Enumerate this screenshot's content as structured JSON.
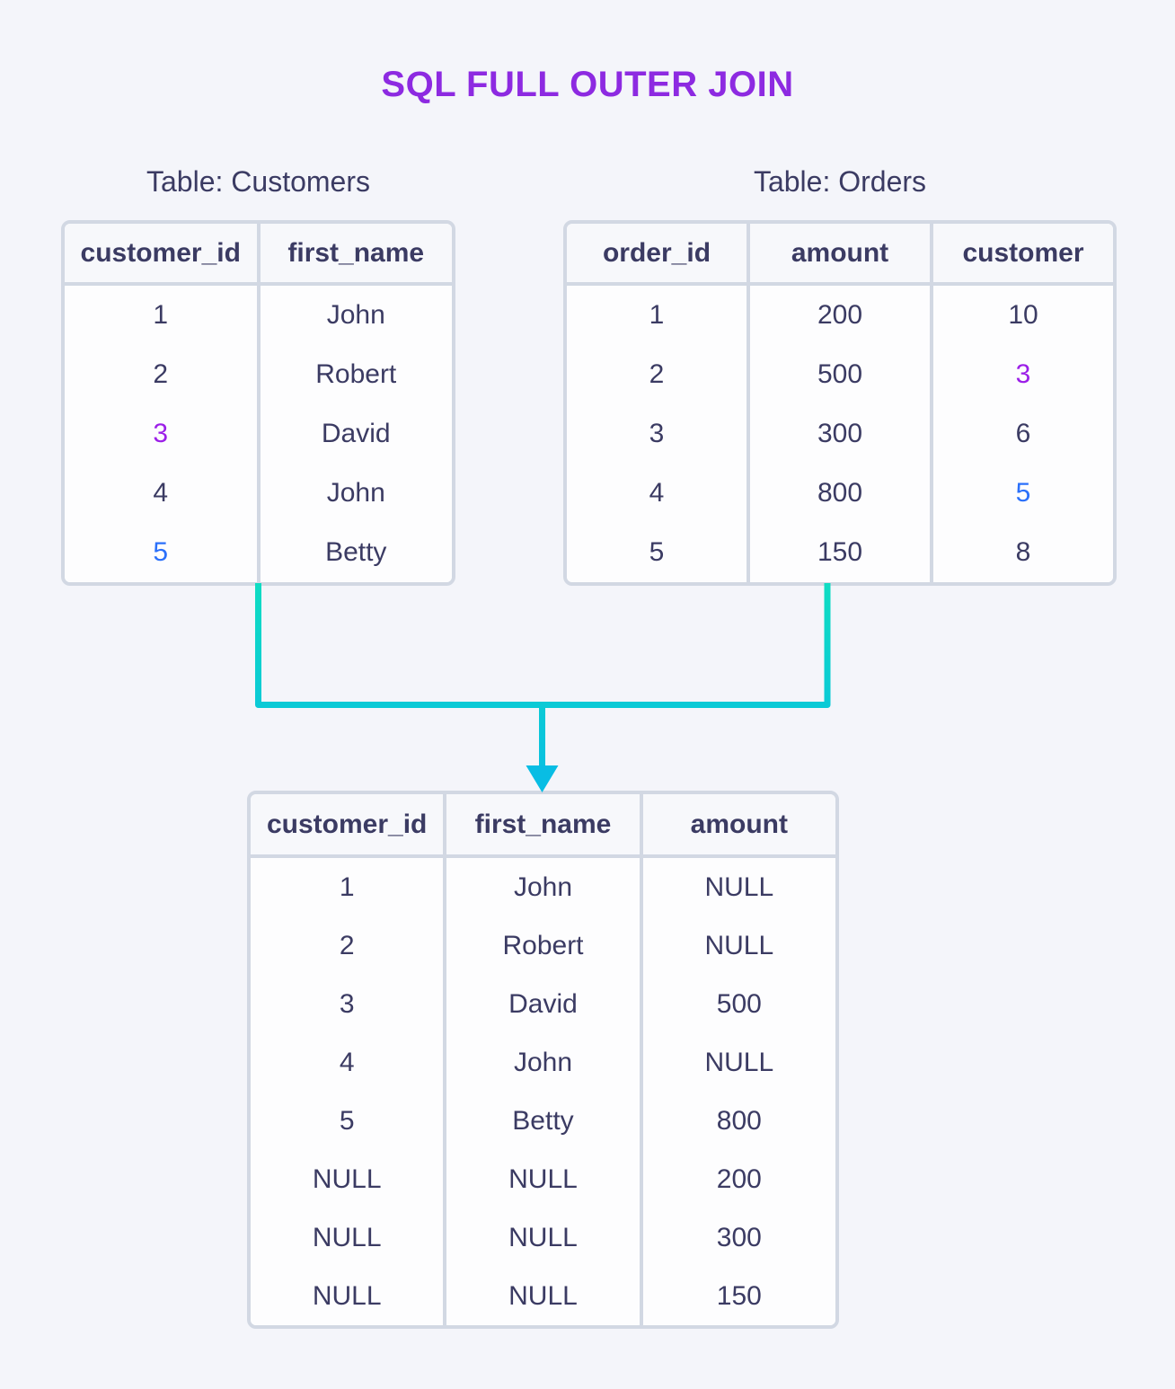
{
  "title": "SQL FULL OUTER JOIN",
  "colors": {
    "background": "#f4f5fa",
    "title_purple": "#8d2ae1",
    "text_navy": "#3b3b63",
    "highlight_purple": "#9c1fe8",
    "highlight_blue": "#2b70fa",
    "table_border": "#d2d8e3",
    "connector_teal_start": "#0fdcc2",
    "connector_teal_end": "#08bde4"
  },
  "tables": [
    {
      "id": "customers",
      "caption": "Table: Customers",
      "columns": [
        "customer_id",
        "first_name"
      ],
      "rows": [
        [
          {
            "text": "1"
          },
          {
            "text": "John"
          }
        ],
        [
          {
            "text": "2"
          },
          {
            "text": "Robert"
          }
        ],
        [
          {
            "text": "3",
            "color": "highlight_purple"
          },
          {
            "text": "David"
          }
        ],
        [
          {
            "text": "4"
          },
          {
            "text": "John"
          }
        ],
        [
          {
            "text": "5",
            "color": "highlight_blue"
          },
          {
            "text": "Betty"
          }
        ]
      ]
    },
    {
      "id": "orders",
      "caption": "Table: Orders",
      "columns": [
        "order_id",
        "amount",
        "customer"
      ],
      "rows": [
        [
          {
            "text": "1"
          },
          {
            "text": "200"
          },
          {
            "text": "10"
          }
        ],
        [
          {
            "text": "2"
          },
          {
            "text": "500"
          },
          {
            "text": "3",
            "color": "highlight_purple"
          }
        ],
        [
          {
            "text": "3"
          },
          {
            "text": "300"
          },
          {
            "text": "6"
          }
        ],
        [
          {
            "text": "4"
          },
          {
            "text": "800"
          },
          {
            "text": "5",
            "color": "highlight_blue"
          }
        ],
        [
          {
            "text": "5"
          },
          {
            "text": "150"
          },
          {
            "text": "8"
          }
        ]
      ]
    },
    {
      "id": "result",
      "caption": "",
      "columns": [
        "customer_id",
        "first_name",
        "amount"
      ],
      "rows": [
        [
          {
            "text": "1"
          },
          {
            "text": "John"
          },
          {
            "text": "NULL"
          }
        ],
        [
          {
            "text": "2"
          },
          {
            "text": "Robert"
          },
          {
            "text": "NULL"
          }
        ],
        [
          {
            "text": "3"
          },
          {
            "text": "David"
          },
          {
            "text": "500"
          }
        ],
        [
          {
            "text": "4"
          },
          {
            "text": "John"
          },
          {
            "text": "NULL"
          }
        ],
        [
          {
            "text": "5"
          },
          {
            "text": "Betty"
          },
          {
            "text": "800"
          }
        ],
        [
          {
            "text": "NULL"
          },
          {
            "text": "NULL"
          },
          {
            "text": "200"
          }
        ],
        [
          {
            "text": "NULL"
          },
          {
            "text": "NULL"
          },
          {
            "text": "300"
          }
        ],
        [
          {
            "text": "NULL"
          },
          {
            "text": "NULL"
          },
          {
            "text": "150"
          }
        ]
      ]
    }
  ]
}
